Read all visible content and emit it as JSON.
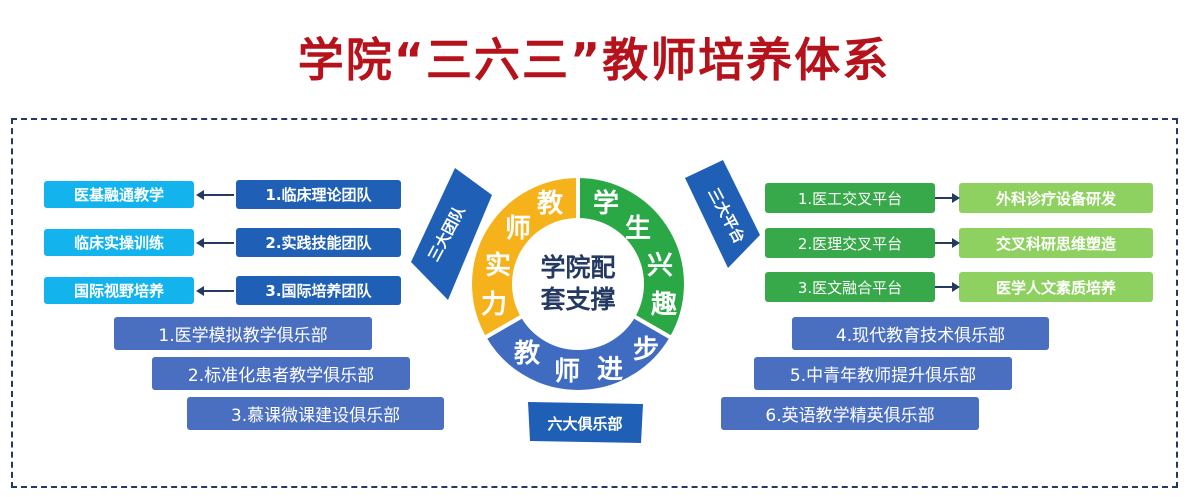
{
  "title": "学院“三六三”教师培养体系",
  "left": {
    "outcomes": [
      "医基融通教学",
      "临床实操训练",
      "国际视野培养"
    ],
    "teams": [
      "1.临床理论团队",
      "2.实践技能团队",
      "3.国际培养团队"
    ],
    "clubs": [
      "1.医学模拟教学俱乐部",
      "2.标准化患者教学俱乐部",
      "3.慕课微课建设俱乐部"
    ]
  },
  "right": {
    "platforms": [
      "1.医工交叉平台",
      "2.医理交叉平台",
      "3.医文融合平台"
    ],
    "outcomes": [
      "外科诊疗设备研发",
      "交叉科研思维塑造",
      "医学人文素质培养"
    ],
    "clubs": [
      "4.现代教育技术俱乐部",
      "5.中青年教师提升俱乐部",
      "6.英语教学精英俱乐部"
    ]
  },
  "ribbons": {
    "left": "三大团队",
    "right": "三大平台",
    "bottom": "六大俱乐部"
  },
  "ring": {
    "center_line1": "学院配",
    "center_line2": "套支撑",
    "orange_chars": [
      "教",
      "师",
      "实",
      "力"
    ],
    "green_chars": [
      "学",
      "生",
      "兴",
      "趣"
    ],
    "blue_chars": [
      "教",
      "师",
      "进",
      "步"
    ]
  },
  "colors": {
    "title": "#b5121b",
    "orange": "#f5b21b",
    "green": "#2aa845",
    "blue": "#3f6cc0",
    "navy": "#1f5fb5",
    "cyan": "#13b3ee",
    "light_green": "#8fd160"
  }
}
